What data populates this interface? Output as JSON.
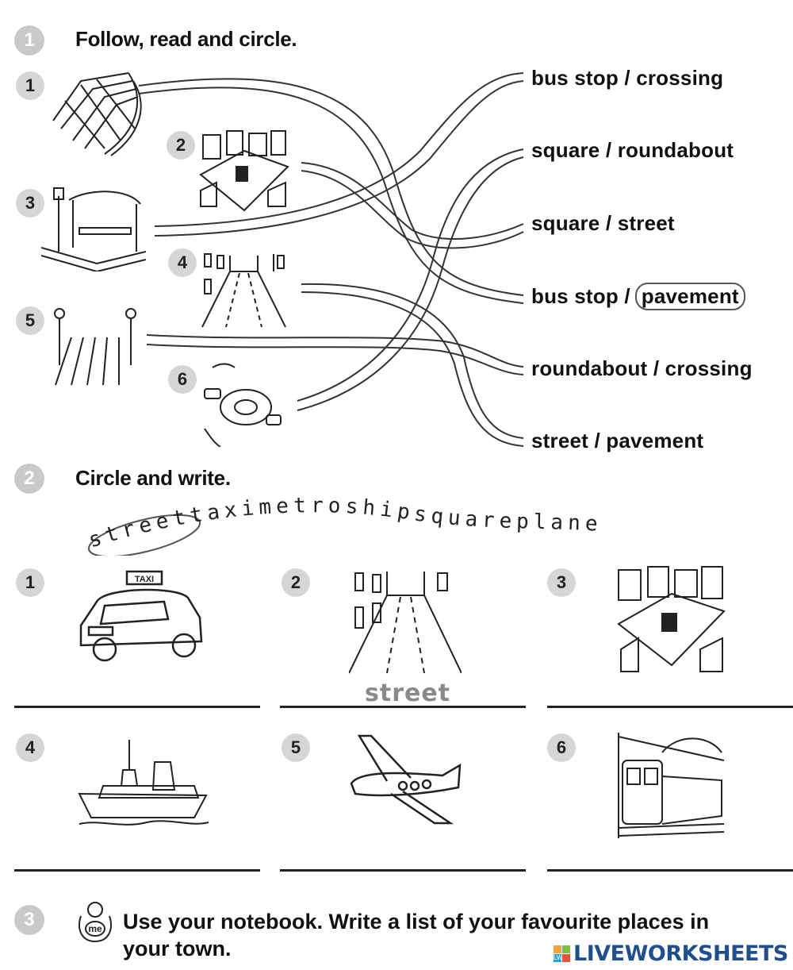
{
  "section1": {
    "number": "1",
    "title": "Follow, read and circle.",
    "items": [
      "1",
      "2",
      "3",
      "4",
      "5",
      "6"
    ],
    "options": [
      "bus stop / crossing",
      "square / roundabout",
      "square / street",
      "bus stop /",
      "roundabout / crossing",
      "street / pavement"
    ],
    "example_circled": "pavement"
  },
  "section2": {
    "number": "2",
    "title": "Circle and write.",
    "word_snake_circled": "street",
    "word_snake_rest": "taximetroshipsquareplane",
    "items": [
      "1",
      "2",
      "3",
      "4",
      "5",
      "6"
    ],
    "example_answer": "street",
    "taxi_sign": "TAXI"
  },
  "section3": {
    "number": "3",
    "icon_label": "me",
    "instruction_line1": "Use your notebook. Write a list of your favourite places in",
    "instruction_line2": "your town."
  },
  "watermark": {
    "logo_letters": "LW",
    "text": "LIVEWORKSHEETS"
  }
}
